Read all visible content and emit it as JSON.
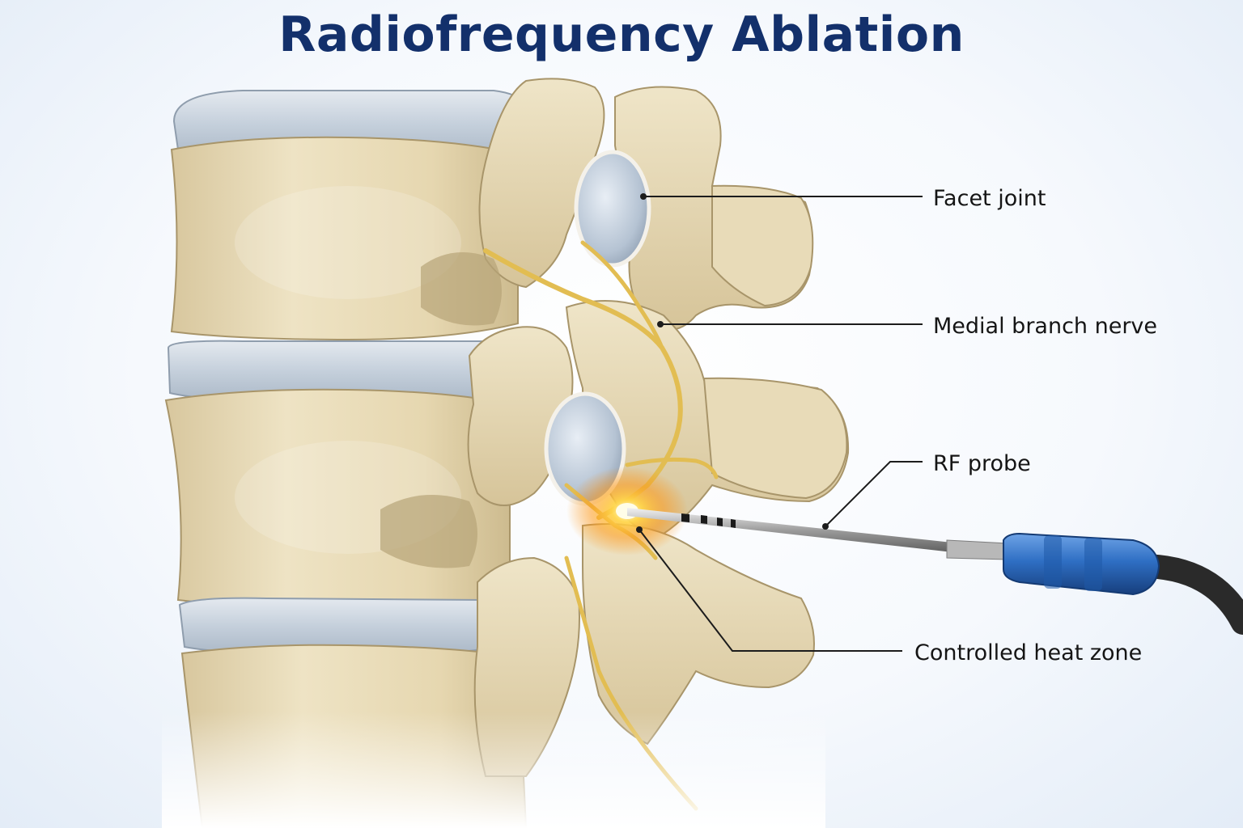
{
  "title": "Radiofrequency Ablation",
  "labels": {
    "facet_joint": "Facet joint",
    "medial_branch_nerve": "Medial branch nerve",
    "rf_probe": "RF probe",
    "heat_zone": "Controlled heat zone"
  },
  "colors": {
    "title": "#13306b",
    "bone": "#e9dcb9",
    "bone_shadow": "#c9b78c",
    "disc": "#c9d3de",
    "cartilage": "#b9c7d6",
    "nerve": "#e2bd52",
    "heat": "#ffa21a",
    "probe_handle": "#2f6fc4",
    "cable": "#2a2a2a",
    "leader_line": "#1c1c1c"
  },
  "icons": {
    "probe": "rf-probe-icon",
    "heat": "heat-glow-icon"
  }
}
